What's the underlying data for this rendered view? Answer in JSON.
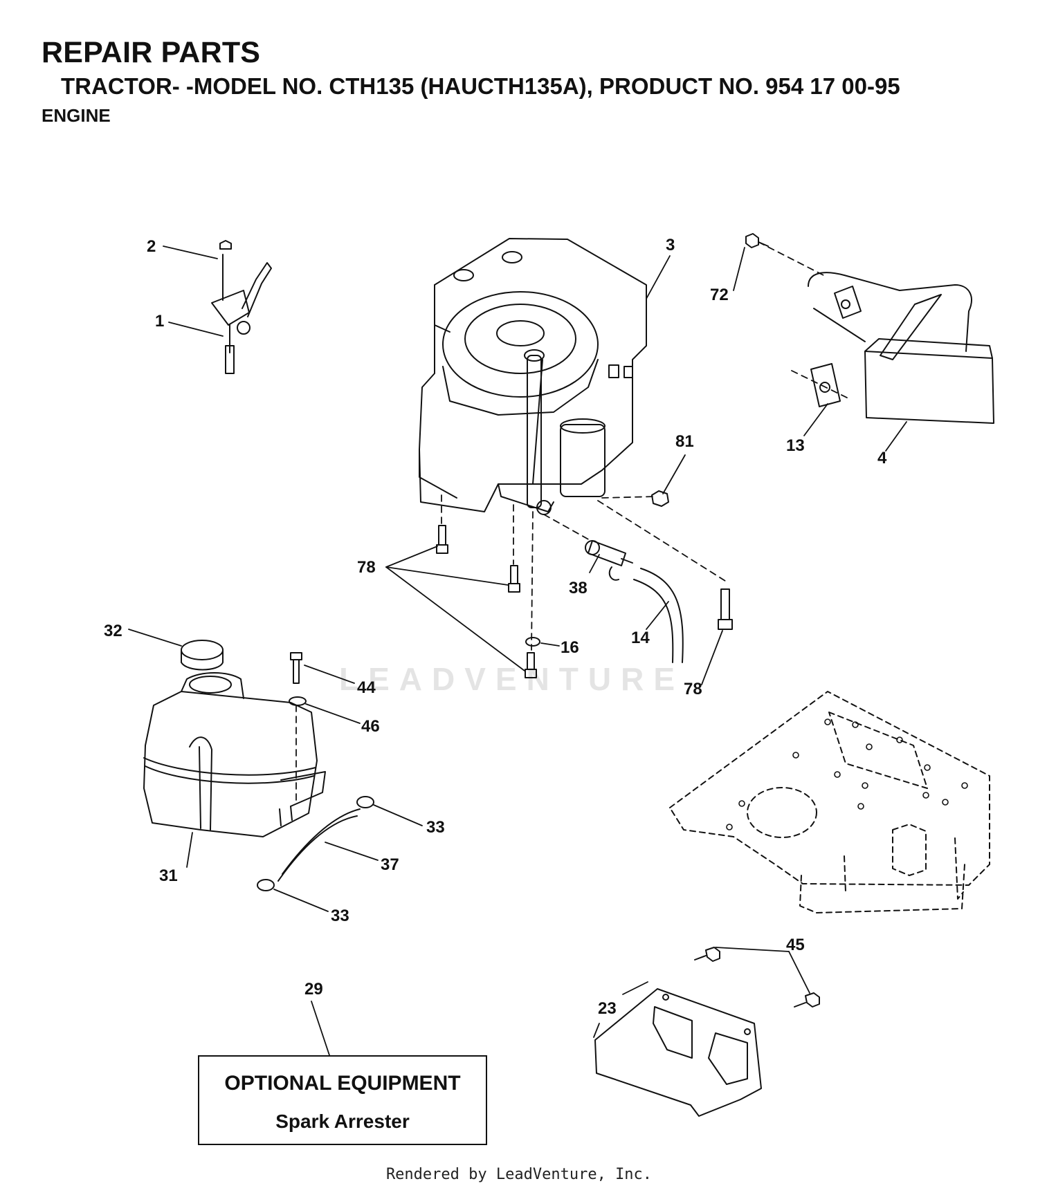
{
  "header": {
    "title": "REPAIR PARTS",
    "subtitle": "TRACTOR- -MODEL NO. CTH135 (HAUCTH135A), PRODUCT NO. 954 17 00-95",
    "section": "ENGINE"
  },
  "callouts": {
    "c2": "2",
    "c1": "1",
    "c3": "3",
    "c72": "72",
    "c13": "13",
    "c4": "4",
    "c81": "81",
    "c78a": "78",
    "c38": "38",
    "c14": "14",
    "c16": "16",
    "c78b": "78",
    "c32": "32",
    "c44": "44",
    "c46": "46",
    "c33a": "33",
    "c37": "37",
    "c31": "31",
    "c33b": "33",
    "c29": "29",
    "c45": "45",
    "c23": "23"
  },
  "optional_box": {
    "heading": "OPTIONAL EQUIPMENT",
    "item": "Spark Arrester"
  },
  "watermark": "LEADVENTURE",
  "footer": "Rendered by LeadVenture, Inc."
}
